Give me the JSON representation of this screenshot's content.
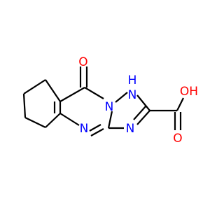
{
  "molecule": {
    "colors": {
      "carbon_bond": "#000000",
      "oxygen": "#ff0000",
      "nitrogen": "#0000ff",
      "background": "#ffffff"
    },
    "atom_labels": {
      "ring_carbonyl_oxygen": "O",
      "nh_nitrogen": "N",
      "nh_hydrogen": "H",
      "bridge_nitrogen": "N",
      "pyrimidine_nitrogen": "N",
      "triazole_nitrogen": "N",
      "hydroxyl": "OH",
      "acid_carbonyl_oxygen": "O"
    }
  }
}
